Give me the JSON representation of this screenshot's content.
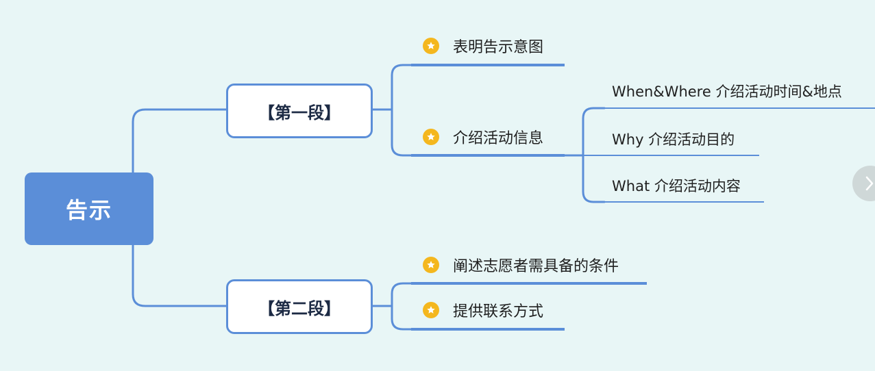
{
  "root": {
    "label": "告示"
  },
  "sections": [
    {
      "label": "【第一段】"
    },
    {
      "label": "【第二段】"
    }
  ],
  "topics": [
    {
      "label": "表明告示意图",
      "icon": "star-icon"
    },
    {
      "label": "介绍活动信息",
      "icon": "star-icon"
    },
    {
      "label": "阐述志愿者需具备的条件",
      "icon": "star-icon"
    },
    {
      "label": "提供联系方式",
      "icon": "star-icon"
    }
  ],
  "details": [
    {
      "label": "When&Where 介绍活动时间&地点"
    },
    {
      "label": "Why 介绍活动目的"
    },
    {
      "label": "What 介绍活动内容"
    }
  ],
  "colors": {
    "background": "#e8f6f6",
    "branch": "#5b8ed8",
    "root_fill": "#5b8ed8",
    "star": "#f4b71e"
  },
  "nav": {
    "next_icon": "chevron-right-icon"
  }
}
